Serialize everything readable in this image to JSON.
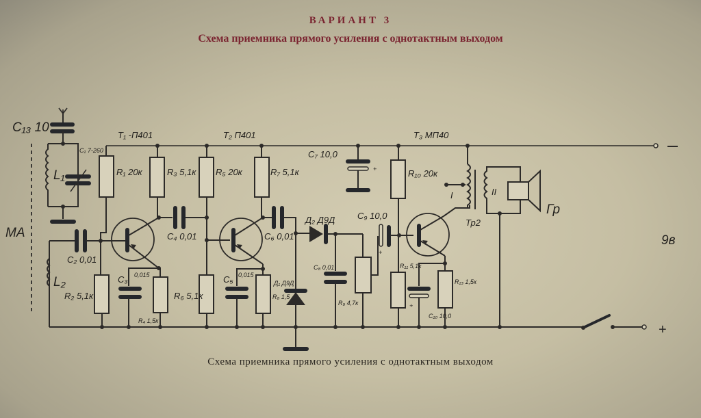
{
  "header": {
    "variant": "ВАРИАНТ 3",
    "subtitle": "Схема приемника прямого усиления с однотактным выходом"
  },
  "caption": "Схема приемника прямого усиления с однотактным выходом",
  "colors": {
    "title": "#7a2430",
    "ink": "#2c2a28",
    "paper": "#c9c2a8"
  },
  "components": {
    "C13": "C₁₃ 10",
    "C1": "C₁ 7-260",
    "L1": "L₁",
    "L2": "L₂",
    "MA": "МА",
    "C2": "C₂ 0,01",
    "R1": "R₁ 20к",
    "R2": "R₂ 5,1к",
    "T1": "T₁ -П401",
    "C3": "C₃",
    "C3v": "0,015",
    "R4": "R₄ 1,5к",
    "R3": "R₃ 5,1к",
    "C4": "C₄ 0,01",
    "T2": "T₂ П401",
    "R5": "R₅ 20к",
    "R6": "R₆ 5,1к",
    "C5": "C₅",
    "C5v": "0,015",
    "R8": "R₈ 1,5",
    "R7": "R₇ 5,1к",
    "C6": "C₆ 0,01",
    "D1": "Д₁ Д9Д",
    "D2": "Д₂ Д9Д",
    "C7": "C₇ 10,0",
    "C8": "C₈ 0,01",
    "R9": "R₉ 4,7к",
    "C9": "C₉ 10,0",
    "T3": "T₃ МП40",
    "R10": "R₁₀ 20к",
    "R11": "R₁₁ 5,1к",
    "C10": "C₁₀ 10,0",
    "R13": "R₁₃ 1,5к",
    "TR2": "Тр2",
    "W1": "I",
    "W2": "II",
    "GR": "Гр",
    "BAT": "9в",
    "MINUS": "−",
    "PLUS": "+",
    "PLUS_SMALL": "+"
  }
}
